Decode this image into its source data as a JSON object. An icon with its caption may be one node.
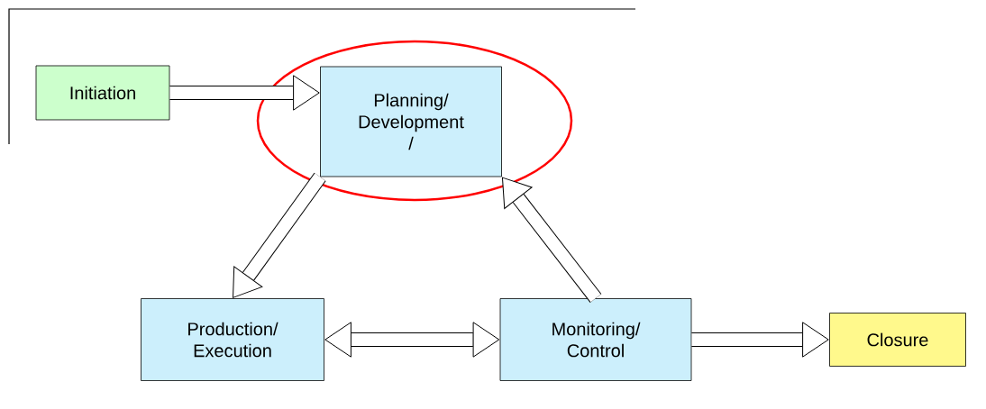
{
  "diagram": {
    "nodes": [
      {
        "text": [
          "Initiation"
        ]
      },
      {
        "text": [],
        "shape": "ellipse"
      },
      {
        "text": [
          "Planning/ Development /"
        ],
        "in": 1
      },
      {
        "text": [
          "Production/ Execution"
        ]
      },
      {
        "text": [
          "Monitoring/ Control"
        ]
      },
      {
        "text": [
          "Closure"
        ]
      }
    ],
    "edges": [
      {
        "from": 0,
        "to": 2,
        "arrow": "to"
      },
      {
        "from": 2,
        "to": 3,
        "arrow": "to"
      },
      {
        "from": 4,
        "to": 2,
        "arrow": "to"
      },
      {
        "from": 3,
        "to": 4,
        "arrow": "both"
      },
      {
        "from": 4,
        "to": 5,
        "arrow": "to"
      }
    ]
  }
}
